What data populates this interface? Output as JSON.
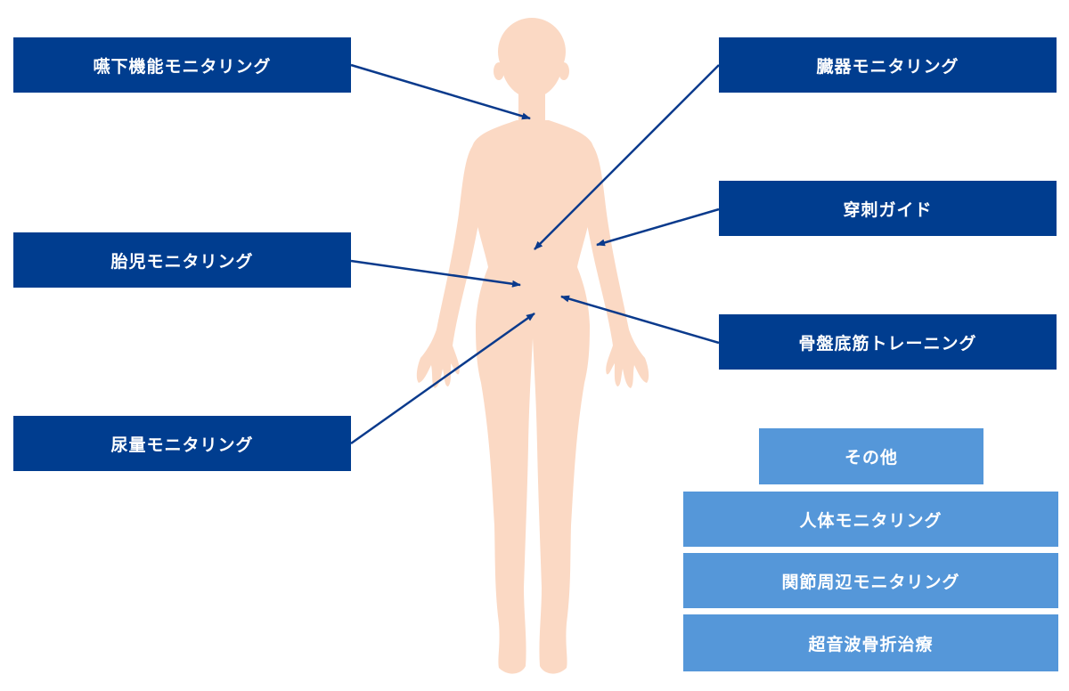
{
  "labels": {
    "swallow": "嚥下機能モニタリング",
    "fetal": "胎児モニタリング",
    "urine": "尿量モニタリング",
    "organ": "臓器モニタリング",
    "needle": "穿刺ガイド",
    "pelvic": "骨盤底筋トレーニング"
  },
  "stack": {
    "other": "その他",
    "body": "人体モニタリング",
    "joint": "関節周辺モニタリング",
    "fracture": "超音波骨折治療"
  },
  "colors": {
    "primary": "#003d8f",
    "secondary": "#5597d9",
    "skin": "#fbd9c4",
    "arrow": "#0a3a8c"
  }
}
